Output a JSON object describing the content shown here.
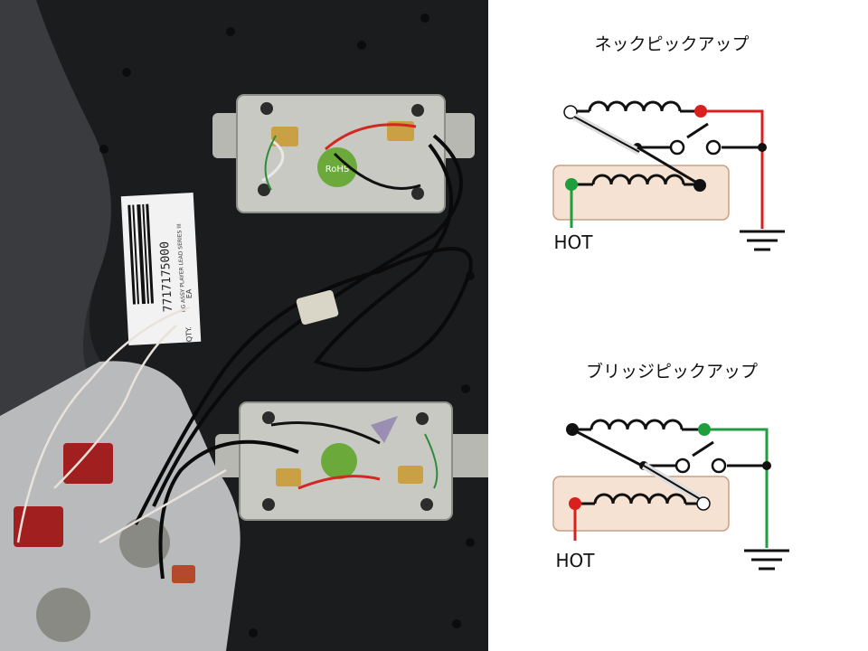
{
  "photo": {
    "barcode_number": "7717175000",
    "barcode_caption": "PG ASSY PLAYER LEAD SERIES III",
    "qty_label": "QTY.",
    "qty_unit": "EA",
    "rohs_label": "RoHS"
  },
  "diagram": {
    "neck": {
      "title": "ネックピックアップ",
      "hot_label": "HOT"
    },
    "bridge": {
      "title": "ブリッジピックアップ",
      "hot_label": "HOT"
    }
  },
  "colors": {
    "red": "#d9201e",
    "green": "#1e9e3c",
    "coil_box": "#f6e2d2",
    "coil_box_stroke": "#c79f86",
    "pickguard": "#1b1c1e",
    "metal": "#c9c9c4"
  }
}
